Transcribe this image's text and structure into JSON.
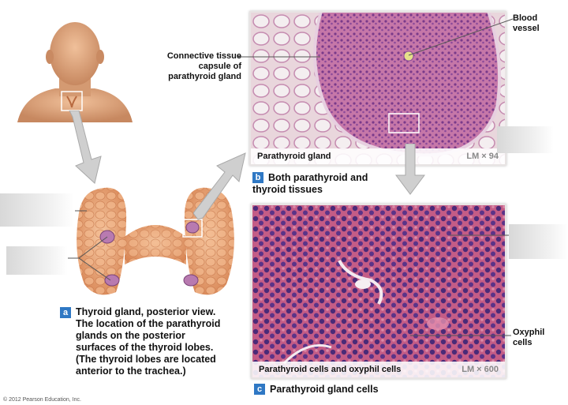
{
  "labels": {
    "blood_vessel": "Blood\nvessel",
    "capsule": "Connective tissue\ncapsule of\nparathyroid gland",
    "oxyphil": "Oxyphil\ncells"
  },
  "panel_b": {
    "strip_label": "Parathyroid gland",
    "magnification": "LM × 94",
    "badge": "b",
    "caption": "Both parathyroid and\nthyroid tissues"
  },
  "panel_c": {
    "strip_label": "Parathyroid cells and oxyphil cells",
    "magnification": "LM × 600",
    "badge": "c",
    "caption": "Parathyroid gland cells"
  },
  "panel_a": {
    "badge": "a",
    "caption": "Thyroid gland, posterior view.\nThe location of the parathyroid\nglands on the posterior\nsurfaces of the thyroid lobes.\n(The thyroid lobes are located\nanterior to the trachea.)"
  },
  "copyright": "© 2012 Pearson Education, Inc.",
  "colors": {
    "badge": "#2f78c4",
    "tissue_pink": "#c56aa0",
    "cell_purple": "#5a2a7a",
    "thyroid_orange": "#e8a476",
    "arrow_gray": "#c9c9c9"
  }
}
